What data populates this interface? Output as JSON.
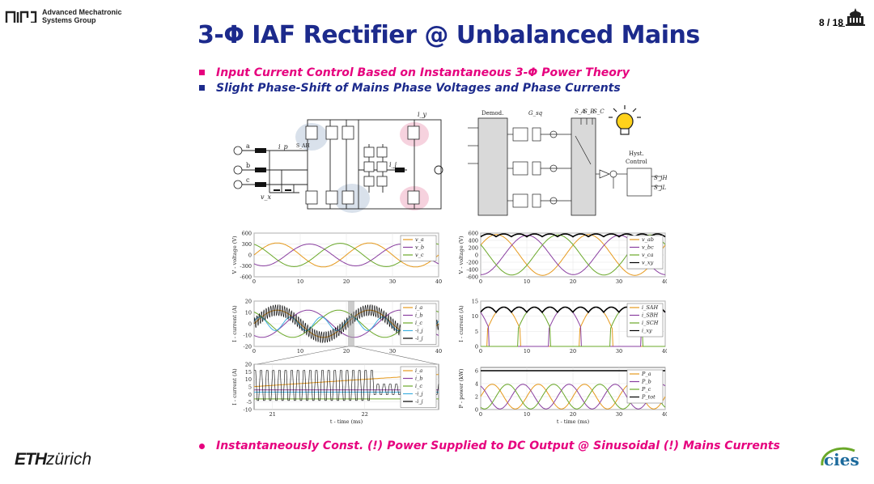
{
  "header": {
    "group_line1": "Advanced Mechatronic",
    "group_line2": "Systems Group",
    "page": "8 / 18"
  },
  "title": "3-Φ IAF Rectifier @ Unbalanced Mains",
  "bullets": [
    "Input Current Control Based on Instantaneous 3-Φ Power Theory",
    "Slight Phase-Shift of Mains Phase Voltages and Phase Currents"
  ],
  "bottom_bullet": "Instantaneously Const. (!) Power Supplied to DC Output @ Sinusoidal (!) Mains Currents",
  "footer": {
    "eth_bold": "ETH",
    "eth_light": "zürich",
    "cies_logo": "cies"
  },
  "colors": {
    "title": "#1c2a8c",
    "accent": "#e6007e",
    "phase_a": "#e69a1e",
    "phase_b": "#8a3fa0",
    "phase_c": "#6aa829"
  },
  "schematic": {
    "inputs": [
      "a",
      "b",
      "c"
    ],
    "labels": {
      "ip": "i_p",
      "vx": "v_x",
      "sah": "S_AH",
      "iy": "i_y",
      "ij": "i_j"
    },
    "control": {
      "demod": "Demod.",
      "gsq": "G_sq",
      "switches": [
        "S_A",
        "S_B",
        "S_C"
      ],
      "hyst1": "Hyst.",
      "hyst2": "Control",
      "outputs": [
        "S_jH",
        "S_jL"
      ]
    }
  },
  "chart_data": [
    {
      "type": "line",
      "ylabel": "V - voltage (V)",
      "yticks": [
        "600",
        "300",
        "0",
        "-300",
        "-600"
      ],
      "xticks": [
        "0",
        "10",
        "20",
        "30",
        "40"
      ],
      "ylim": [
        -600,
        600
      ],
      "xlim": [
        0,
        40
      ],
      "series": [
        {
          "name": "v_a",
          "color": "#e69a1e",
          "kind": "sine",
          "amp": 330,
          "phase": 0
        },
        {
          "name": "v_b",
          "color": "#8a3fa0",
          "kind": "sine",
          "amp": 300,
          "phase": -2.2
        },
        {
          "name": "v_c",
          "color": "#6aa829",
          "kind": "sine",
          "amp": 320,
          "phase": 2.0
        }
      ]
    },
    {
      "type": "line",
      "ylabel": "V - voltage (V)",
      "yticks": [
        "600",
        "400",
        "200",
        "0",
        "-200",
        "-400",
        "-600"
      ],
      "xticks": [
        "0",
        "10",
        "20",
        "30",
        "40"
      ],
      "ylim": [
        -600,
        600
      ],
      "xlim": [
        0,
        40
      ],
      "series": [
        {
          "name": "v_ab",
          "color": "#e69a1e",
          "kind": "sine",
          "amp": 560,
          "phase": 0.5
        },
        {
          "name": "v_bc",
          "color": "#8a3fa0",
          "kind": "sine",
          "amp": 540,
          "phase": -1.6
        },
        {
          "name": "v_ca",
          "color": "#6aa829",
          "kind": "sine",
          "amp": 550,
          "phase": 2.6
        },
        {
          "name": "v_xy",
          "color": "#000000",
          "kind": "env",
          "amp": 560
        }
      ]
    },
    {
      "type": "line",
      "ylabel": "I - current (A)",
      "yticks": [
        "20",
        "10",
        "0",
        "-10",
        "-20"
      ],
      "xticks": [
        "0",
        "10",
        "20",
        "30",
        "40"
      ],
      "ylim": [
        -20,
        20
      ],
      "xlim": [
        0,
        40
      ],
      "series": [
        {
          "name": "i_a",
          "color": "#e69a1e",
          "kind": "sine",
          "amp": 12,
          "phase": 0
        },
        {
          "name": "i_b",
          "color": "#8a3fa0",
          "kind": "sine",
          "amp": 12,
          "phase": -2.1
        },
        {
          "name": "i_c",
          "color": "#6aa829",
          "kind": "sine",
          "amp": 12,
          "phase": 2.1
        },
        {
          "name": "-i_j",
          "color": "#3fb0e0",
          "kind": "tri",
          "amp": 6
        },
        {
          "name": "-i_j",
          "color": "#000000",
          "kind": "ripple",
          "amp": 12
        }
      ]
    },
    {
      "type": "line",
      "ylabel": "I - current (A)",
      "yticks": [
        "15",
        "10",
        "5",
        "0"
      ],
      "xticks": [
        "0",
        "10",
        "20",
        "30",
        "40"
      ],
      "ylim": [
        0,
        15
      ],
      "xlim": [
        0,
        40
      ],
      "series": [
        {
          "name": "i_SAH",
          "color": "#e69a1e",
          "kind": "pulse",
          "amp": 13,
          "phase": 0
        },
        {
          "name": "i_SBH",
          "color": "#8a3fa0",
          "kind": "pulse",
          "amp": 13,
          "phase": 2.1
        },
        {
          "name": "i_SCH",
          "color": "#6aa829",
          "kind": "pulse",
          "amp": 13,
          "phase": 4.2
        },
        {
          "name": "i_xy",
          "color": "#000000",
          "kind": "envpos",
          "amp": 13
        }
      ]
    },
    {
      "type": "line",
      "ylabel": "I - current (A)",
      "xlabel": "t - time (ms)",
      "yticks": [
        "20",
        "15",
        "10",
        "5",
        "0",
        "-5",
        "-10"
      ],
      "xticks": [
        "21",
        "22"
      ],
      "ylim": [
        -10,
        20
      ],
      "xlim": [
        20.8,
        22.8
      ],
      "series": [
        {
          "name": "i_a",
          "color": "#e69a1e",
          "kind": "lin",
          "amp": 1
        },
        {
          "name": "i_b",
          "color": "#8a3fa0",
          "kind": "lin",
          "amp": 1
        },
        {
          "name": "i_c",
          "color": "#6aa829",
          "kind": "lin",
          "amp": 1
        },
        {
          "name": "-i_j",
          "color": "#3fb0e0",
          "kind": "lin",
          "amp": 1
        },
        {
          "name": "-i_j",
          "color": "#000000",
          "kind": "zig",
          "amp": 1
        }
      ]
    },
    {
      "type": "line",
      "ylabel": "P - power (kW)",
      "xlabel": "t - time (ms)",
      "yticks": [
        "6",
        "4",
        "2",
        "0"
      ],
      "xticks": [
        "0",
        "10",
        "20",
        "30",
        "40"
      ],
      "ylim": [
        0,
        6.5
      ],
      "xlim": [
        0,
        40
      ],
      "series": [
        {
          "name": "P_a",
          "color": "#e69a1e",
          "kind": "pow",
          "amp": 2,
          "phase": 0
        },
        {
          "name": "P_b",
          "color": "#8a3fa0",
          "kind": "pow",
          "amp": 2,
          "phase": 2.1
        },
        {
          "name": "P_c",
          "color": "#6aa829",
          "kind": "pow",
          "amp": 2,
          "phase": 4.2
        },
        {
          "name": "P_tot",
          "color": "#000000",
          "kind": "const",
          "amp": 6
        }
      ]
    }
  ]
}
